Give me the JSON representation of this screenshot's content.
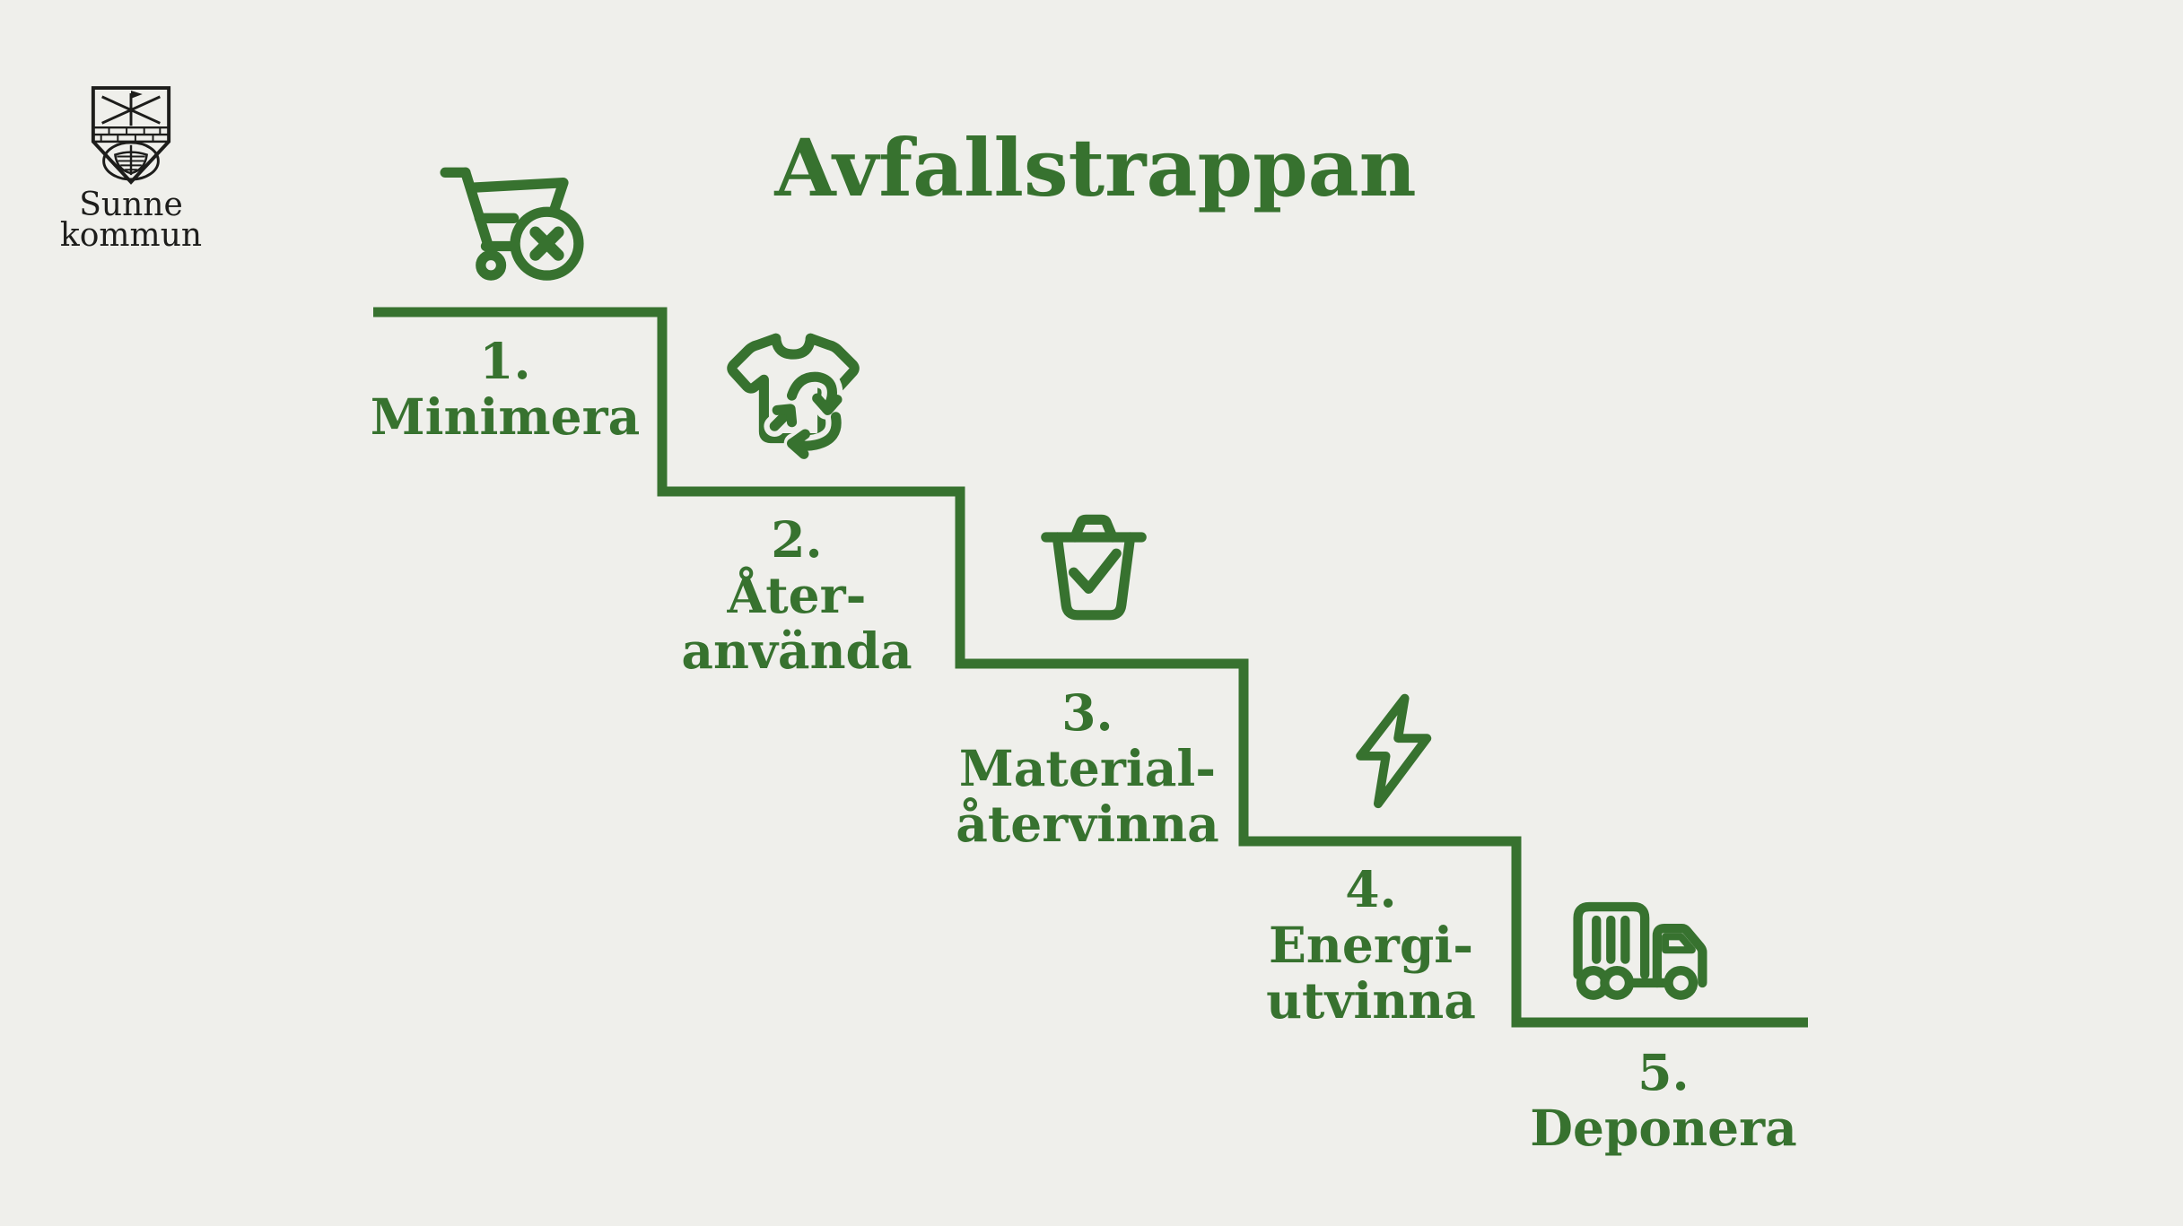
{
  "title": "Avfallstrappan",
  "logo": {
    "line1": "Sunne",
    "line2": "kommun",
    "emblem": "sunne-coat-of-arms"
  },
  "colors": {
    "accent_green": "#37722F",
    "background": "#EFEFEB",
    "logo_ink": "#1D1D1B"
  },
  "steps": [
    {
      "number": "1.",
      "lines": [
        "Minimera"
      ],
      "icon": "cart-x-icon"
    },
    {
      "number": "2.",
      "lines": [
        "Åter-",
        "använda"
      ],
      "icon": "tshirt-recycle-icon"
    },
    {
      "number": "3.",
      "lines": [
        "Material-",
        "återvinna"
      ],
      "icon": "trash-check-icon"
    },
    {
      "number": "4.",
      "lines": [
        "Energi-",
        "utvinna"
      ],
      "icon": "lightning-icon"
    },
    {
      "number": "5.",
      "lines": [
        "Deponera"
      ],
      "icon": "truck-icon"
    }
  ]
}
